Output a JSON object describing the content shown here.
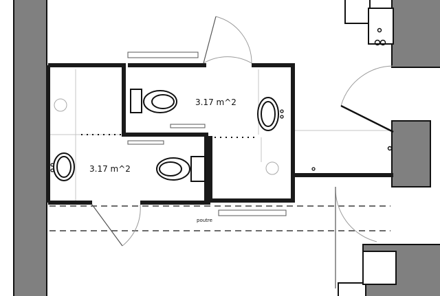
{
  "labels": {
    "room_left_area": "3.17  m^2",
    "room_right_area": "3.17  m^2",
    "beam": "poutre"
  },
  "colors": {
    "wall_fill": "#808080",
    "wall_stroke": "#111111",
    "interior_wall": "#1a1a1a",
    "thin_line": "#bdbdbd",
    "door_arc": "#9a9a9a",
    "background": "#ffffff"
  },
  "icons": {
    "toilet": "toilet-icon",
    "sink": "sink-icon",
    "floor_drain": "floor-drain-icon",
    "faucet": "faucet-icon"
  }
}
